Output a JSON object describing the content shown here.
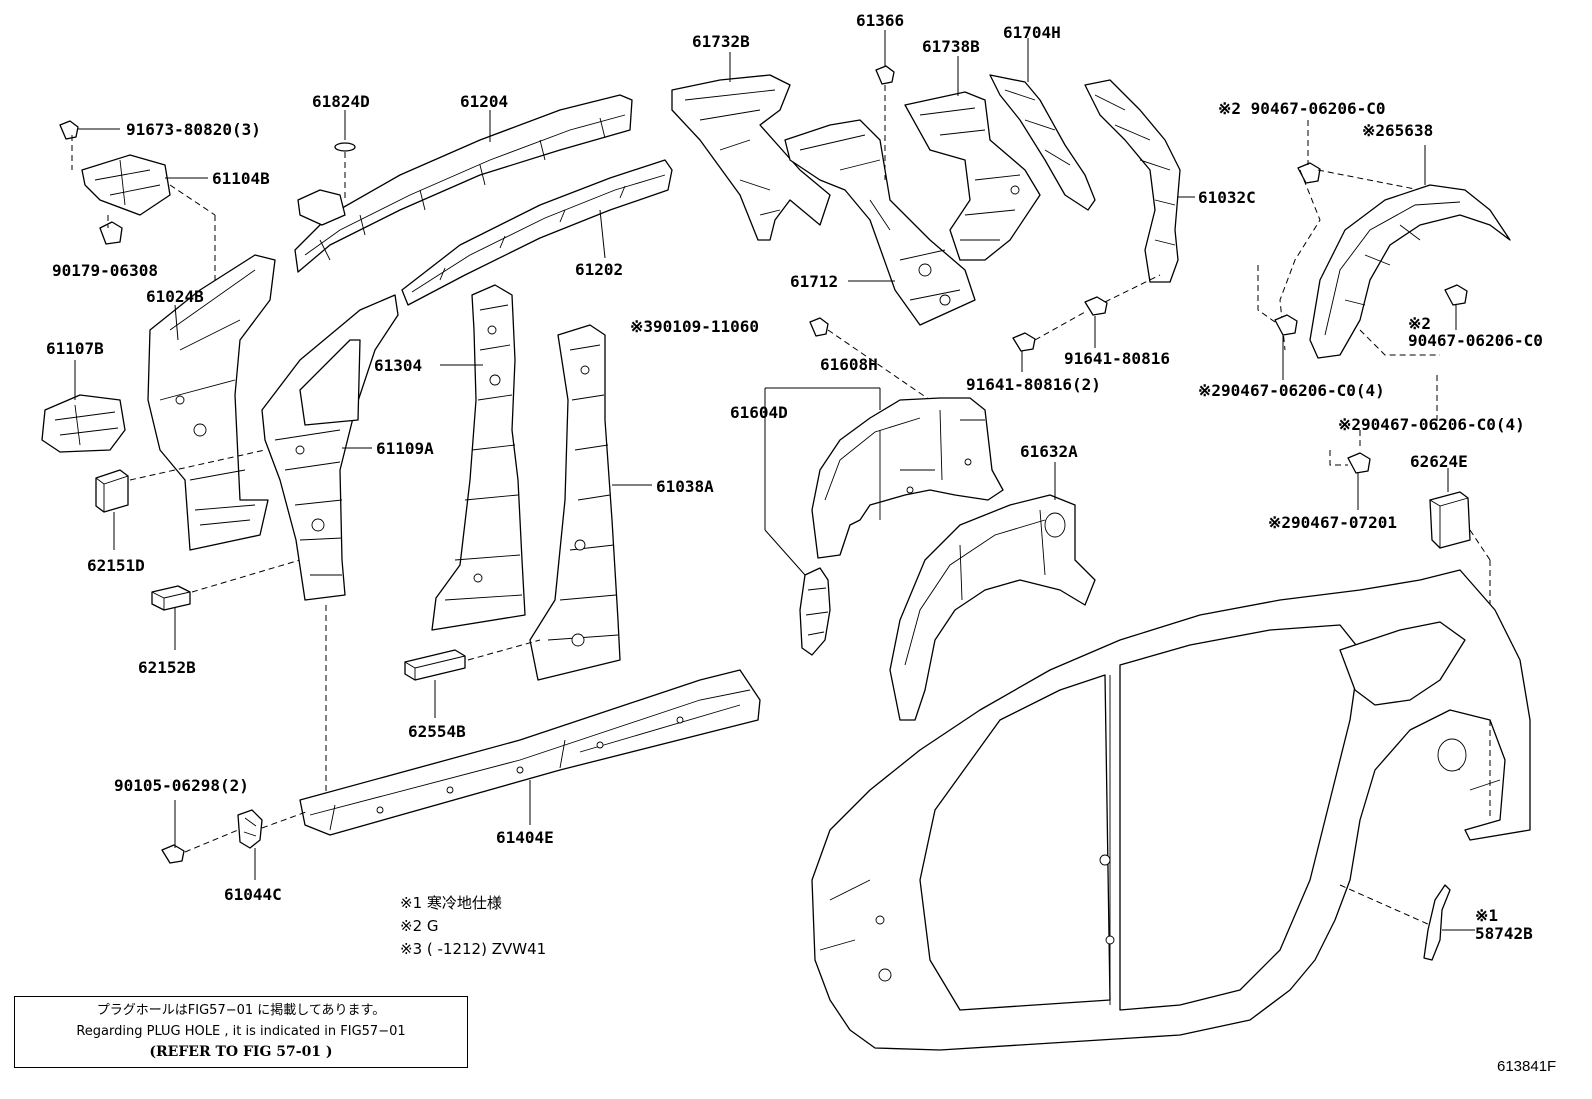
{
  "labels": {
    "p91673": "91673-80820(3)",
    "p61104B": "61104B",
    "p90179": "90179-06308",
    "p61024B": "61024B",
    "p61107B": "61107B",
    "p62151D": "62151D",
    "p62152B": "62152B",
    "p61824D": "61824D",
    "p61204": "61204",
    "p61202": "61202",
    "p61304": "61304",
    "p61109A": "61109A",
    "p61038A": "61038A",
    "p62554B": "62554B",
    "p90105": "90105-06298(2)",
    "p61044C": "61044C",
    "p61404E": "61404E",
    "p61732B": "61732B",
    "p61366": "61366",
    "p61738B": "61738B",
    "p61704H": "61704H",
    "p61712": "61712",
    "p61032C": "61032C",
    "p90109": "※390109-11060",
    "p61608H": "61608H",
    "p61604D": "61604D",
    "p91641a": "91641-80816",
    "p91641b": "91641-80816(2)",
    "p61632A": "61632A",
    "p90467a": "※2 90467-06206-C0",
    "p65638": "※265638",
    "p90467b_mark": "※2",
    "p90467b": "90467-06206-C0",
    "p90467c": "※290467-06206-C0(4)",
    "p90467d": "※290467-06206-C0(4)",
    "p62624E": "62624E",
    "p90467e": "※290467-07201",
    "p58742B_mark": "※1",
    "p58742B": "58742B"
  },
  "notes": {
    "n1": "※1  寒冷地仕様",
    "n2": "※2  G",
    "n3": "※3  (        -1212) ZVW41"
  },
  "reference_box": {
    "line1": "プラグホールはFIG57−01 に掲載してあります。",
    "line2": "Regarding  PLUG HOLE , it is indicated in FIG57−01",
    "line3": "(REFER TO FIG 57-01 )"
  },
  "figure_id": "613841F"
}
